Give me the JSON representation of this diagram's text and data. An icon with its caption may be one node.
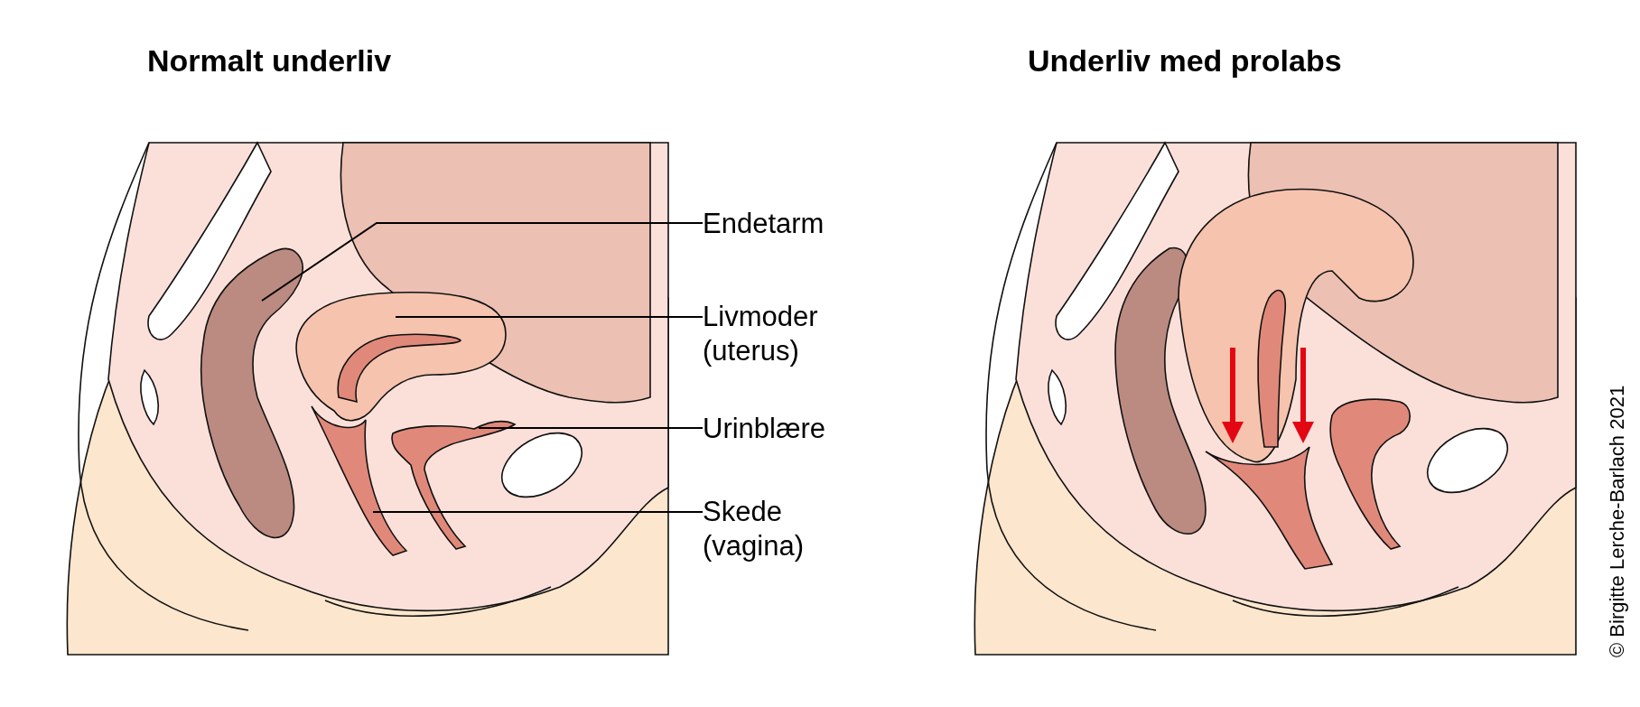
{
  "diagram": {
    "nodes": [
      {
        "text": [
          "Endetarm"
        ]
      },
      {
        "text": [
          "Livmoder (uterus)"
        ]
      },
      {
        "text": [
          "Urinblære"
        ]
      },
      {
        "text": [
          "Skede (vagina)"
        ]
      }
    ],
    "edges": [
      {
        "from": 0,
        "to": null,
        "arrow": "none"
      },
      {
        "from": 1,
        "to": null,
        "arrow": "none"
      },
      {
        "from": 2,
        "to": null,
        "arrow": "none"
      },
      {
        "from": 3,
        "to": null,
        "arrow": "none"
      }
    ],
    "labels": [
      "Normalt underliv",
      "Underliv med prolabs",
      "© Birgitte Lerche-Barlach 2021"
    ]
  }
}
